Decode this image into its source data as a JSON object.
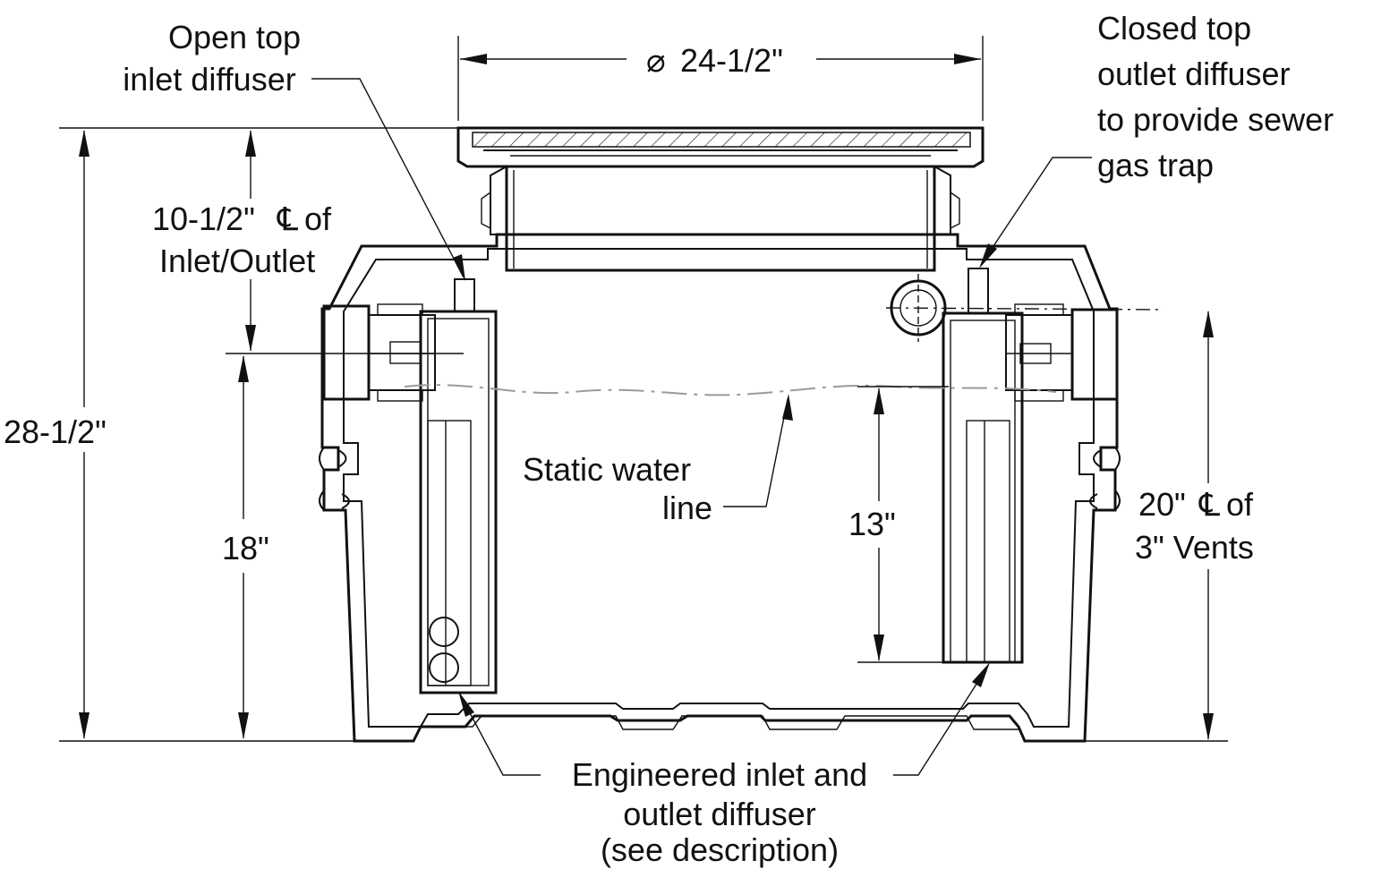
{
  "labels": {
    "diameter": "24-1/2\"",
    "diameter_symbol": "⌀",
    "open_top_line1": "Open top",
    "open_top_line2": "inlet diffuser",
    "closed_top_line1": "Closed top",
    "closed_top_line2": "outlet diffuser",
    "closed_top_line3": "to provide sewer",
    "closed_top_line4": "gas trap",
    "cl_inlet_line1": "10-1/2\"",
    "cl_symbol": "℄",
    "cl_inlet_of": " of",
    "cl_inlet_line2": "Inlet/Outlet",
    "overall_height": "28-1/2\"",
    "inlet_height": "18\"",
    "static_line1": "Static water",
    "static_line2": "line",
    "water_depth": "13\"",
    "vents_line1": "20\"",
    "vents_of": " of",
    "vents_line2": "3\" Vents",
    "diffuser_line1": "Engineered inlet and",
    "diffuser_line2": "outlet diffuser",
    "diffuser_line3": "(see description)"
  }
}
